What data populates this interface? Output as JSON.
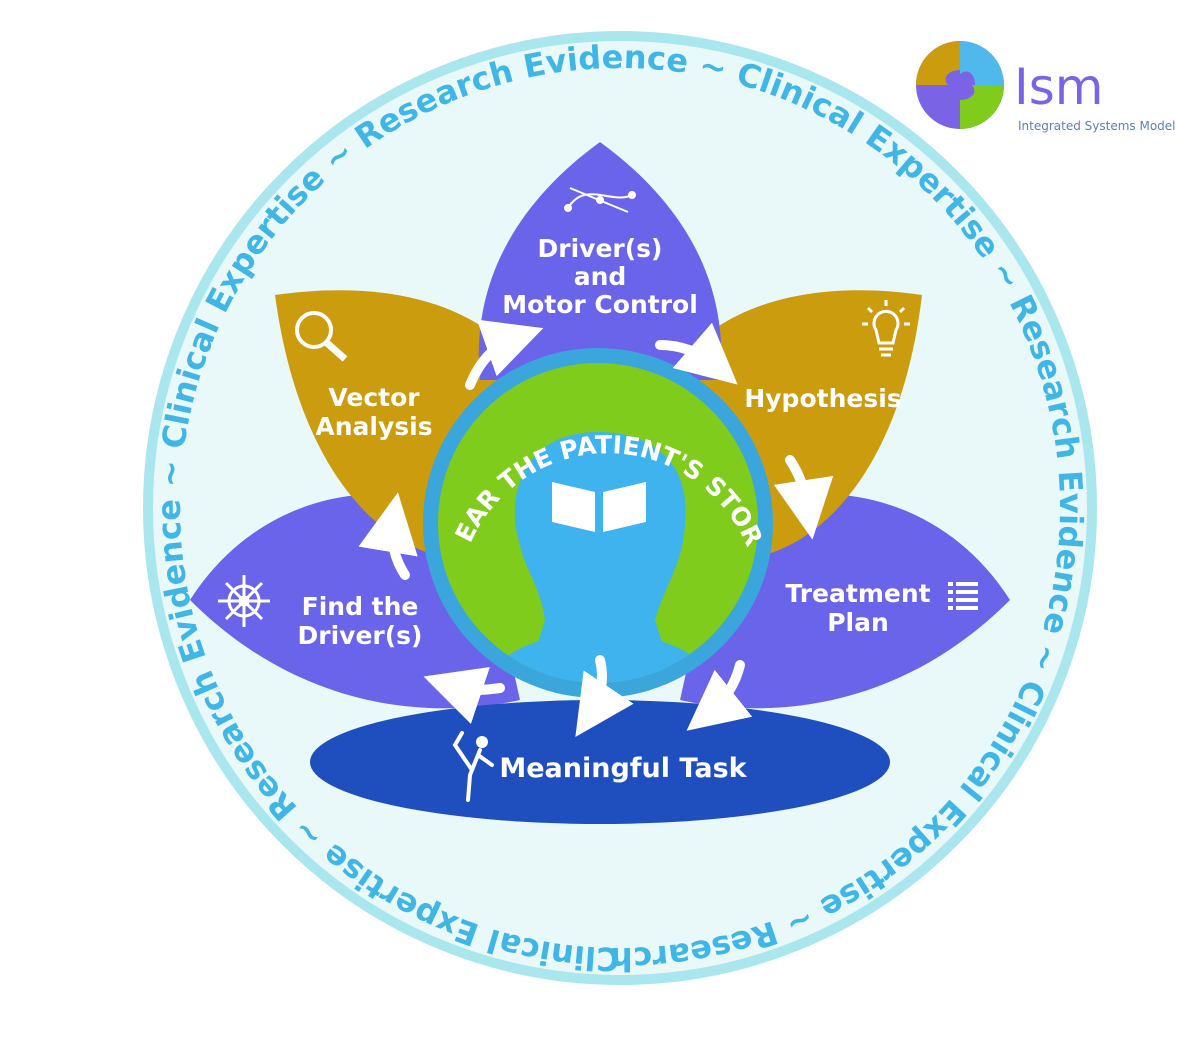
{
  "colors": {
    "ring_fill": "#e9f8f8",
    "ring_stroke": "#a9e6ee",
    "ring_text": "#3fb6e6",
    "petal_purple": "#6a64ea",
    "petal_gold": "#cc9c0f",
    "task_blue": "#1f4fbf",
    "core_border": "#3ba6dc",
    "core_green": "#7fcc1c",
    "head_blue": "#3eb3ee",
    "arrow": "#ffffff"
  },
  "ring": {
    "text": "Clinical Expertise ~ Research Evidence ~ Clinical Expertise ~ Research Evidence ~ Clinical Expertise ~ Research Evidence ~ Clinical Expertise ~ Research Evidence ~"
  },
  "center": {
    "story": "HEAR THE PATIENT'S STORY",
    "icon": "open-book-icon"
  },
  "petals": {
    "top": {
      "lines": [
        "Driver(s)",
        "and",
        "Motor Control"
      ],
      "icon": "bezier-curve-icon"
    },
    "upper_left": {
      "lines": [
        "Vector",
        "Analysis"
      ],
      "icon": "magnifier-icon"
    },
    "upper_right": {
      "lines": [
        "Hypothesis"
      ],
      "icon": "lightbulb-icon"
    },
    "lower_left": {
      "lines": [
        "Find the",
        "Driver(s)"
      ],
      "icon": "ship-wheel-icon"
    },
    "lower_right": {
      "lines": [
        "Treatment",
        "Plan"
      ],
      "icon": "list-icon"
    }
  },
  "task": {
    "label": "Meaningful Task",
    "icon": "yoga-pose-icon"
  },
  "logo": {
    "name": "Ism",
    "subtitle": "Integrated Systems Model"
  }
}
